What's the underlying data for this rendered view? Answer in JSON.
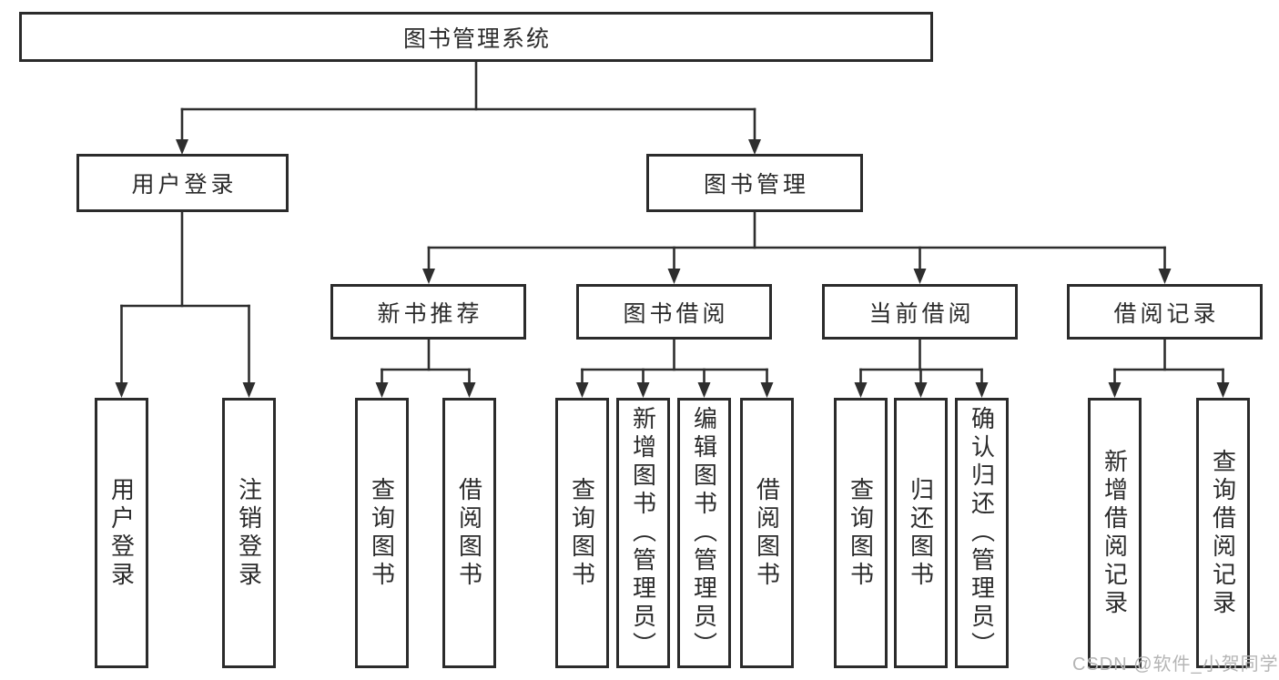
{
  "diagram": {
    "root": "图书管理系统",
    "user_login": {
      "label": "用户登录",
      "leaves": [
        "用户登录",
        "注销登录"
      ]
    },
    "book_mgmt": {
      "label": "图书管理",
      "sections": [
        {
          "label": "新书推荐",
          "leaves": [
            "查询图书",
            "借阅图书"
          ]
        },
        {
          "label": "图书借阅",
          "leaves": [
            "查询图书",
            "新增图书（管理员）",
            "编辑图书（管理员）",
            "借阅图书"
          ]
        },
        {
          "label": "当前借阅",
          "leaves": [
            "查询图书",
            "归还图书",
            "确认归还（管理员）"
          ]
        },
        {
          "label": "借阅记录",
          "leaves": [
            "新增借阅记录",
            "查询借阅记录"
          ]
        }
      ]
    }
  },
  "watermark": "CSDN @软件_小贺同学",
  "colors": {
    "line": "#2e2e2e",
    "border": "#2b2b2b",
    "watermark": "#b5b5b5",
    "background": "#ffffff"
  }
}
